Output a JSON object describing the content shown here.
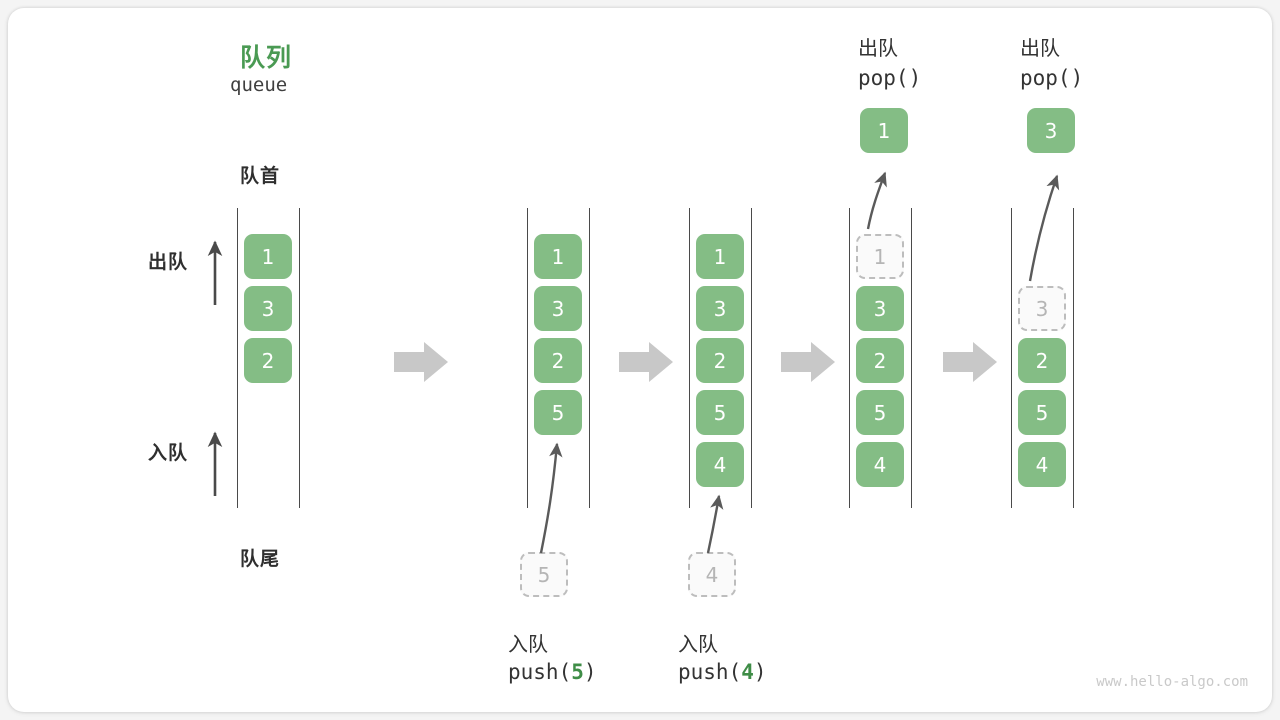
{
  "diagram": {
    "title_zh": "队列",
    "title_en": "queue",
    "front_label": "队首",
    "rear_label": "队尾",
    "dequeue_label": "出队",
    "enqueue_label": "入队",
    "watermark": "www.hello-algo.com",
    "accent_color": "#4a9a53",
    "box_color": "#84bd85",
    "ghost_color": "#fafafa",
    "arrow_color": "#c8c8c8"
  },
  "steps": [
    {
      "id": "initial",
      "values": [
        "1",
        "3",
        "2"
      ],
      "ghost_index": null,
      "op_zh": "",
      "op_code_prefix": "",
      "op_code_num": "",
      "op_code_suffix": "",
      "incoming": null,
      "popped": null
    },
    {
      "id": "push-5",
      "values": [
        "1",
        "3",
        "2",
        "5"
      ],
      "ghost_index": null,
      "op_zh": "入队",
      "op_code_prefix": "push(",
      "op_code_num": "5",
      "op_code_suffix": ")",
      "incoming": "5",
      "popped": null
    },
    {
      "id": "push-4",
      "values": [
        "1",
        "3",
        "2",
        "5",
        "4"
      ],
      "ghost_index": null,
      "op_zh": "入队",
      "op_code_prefix": "push(",
      "op_code_num": "4",
      "op_code_suffix": ")",
      "incoming": "4",
      "popped": null
    },
    {
      "id": "pop-1",
      "values": [
        "1",
        "3",
        "2",
        "5",
        "4"
      ],
      "ghost_index": 0,
      "op_zh": "出队",
      "op_code_prefix": "pop(",
      "op_code_num": "",
      "op_code_suffix": ")",
      "incoming": null,
      "popped": "1"
    },
    {
      "id": "pop-3",
      "values": [
        "",
        "3",
        "2",
        "5",
        "4"
      ],
      "ghost_index": 1,
      "op_zh": "出队",
      "op_code_prefix": "pop(",
      "op_code_num": "",
      "op_code_suffix": ")",
      "incoming": null,
      "popped": "3"
    }
  ]
}
